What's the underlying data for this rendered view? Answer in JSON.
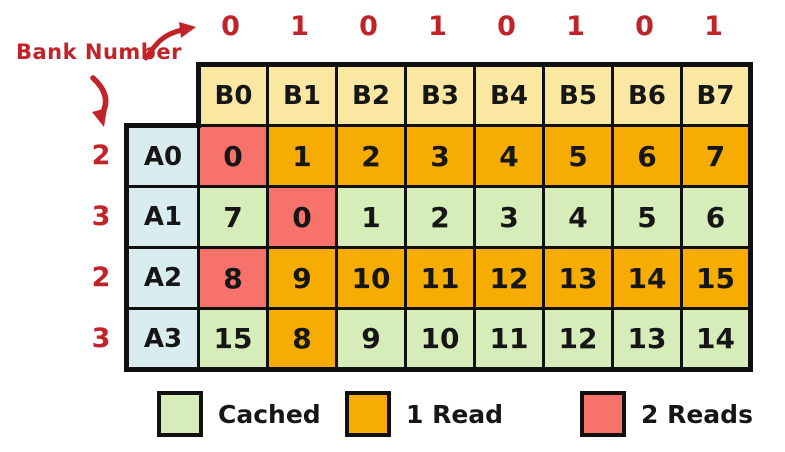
{
  "annotations": {
    "bank_number_label": "Bank Number",
    "bank_bits": [
      "0",
      "1",
      "0",
      "1",
      "0",
      "1",
      "0",
      "1"
    ],
    "row_bank_numbers": [
      "2",
      "3",
      "2",
      "3"
    ]
  },
  "table": {
    "headers": [
      "B0",
      "B1",
      "B2",
      "B3",
      "B4",
      "B5",
      "B6",
      "B7"
    ],
    "rows": [
      {
        "label": "A0",
        "cells": [
          {
            "value": "0",
            "state": "2reads"
          },
          {
            "value": "1",
            "state": "1read"
          },
          {
            "value": "2",
            "state": "1read"
          },
          {
            "value": "3",
            "state": "1read"
          },
          {
            "value": "4",
            "state": "1read"
          },
          {
            "value": "5",
            "state": "1read"
          },
          {
            "value": "6",
            "state": "1read"
          },
          {
            "value": "7",
            "state": "1read"
          }
        ]
      },
      {
        "label": "A1",
        "cells": [
          {
            "value": "7",
            "state": "cached"
          },
          {
            "value": "0",
            "state": "2reads"
          },
          {
            "value": "1",
            "state": "cached"
          },
          {
            "value": "2",
            "state": "cached"
          },
          {
            "value": "3",
            "state": "cached"
          },
          {
            "value": "4",
            "state": "cached"
          },
          {
            "value": "5",
            "state": "cached"
          },
          {
            "value": "6",
            "state": "cached"
          }
        ]
      },
      {
        "label": "A2",
        "cells": [
          {
            "value": "8",
            "state": "2reads"
          },
          {
            "value": "9",
            "state": "1read"
          },
          {
            "value": "10",
            "state": "1read"
          },
          {
            "value": "11",
            "state": "1read"
          },
          {
            "value": "12",
            "state": "1read"
          },
          {
            "value": "13",
            "state": "1read"
          },
          {
            "value": "14",
            "state": "1read"
          },
          {
            "value": "15",
            "state": "1read"
          }
        ]
      },
      {
        "label": "A3",
        "cells": [
          {
            "value": "15",
            "state": "cached"
          },
          {
            "value": "8",
            "state": "1read"
          },
          {
            "value": "9",
            "state": "cached"
          },
          {
            "value": "10",
            "state": "cached"
          },
          {
            "value": "11",
            "state": "cached"
          },
          {
            "value": "12",
            "state": "cached"
          },
          {
            "value": "13",
            "state": "cached"
          },
          {
            "value": "14",
            "state": "cached"
          }
        ]
      }
    ]
  },
  "legend": [
    {
      "label": "Cached",
      "state": "cached"
    },
    {
      "label": "1 Read",
      "state": "1read"
    },
    {
      "label": "2 Reads",
      "state": "2reads"
    }
  ],
  "colors": {
    "c-accent": "#c22328",
    "c-ink": "#101010",
    "c-header": "#fae7a2",
    "c-label": "#d9edf1",
    "c-cached": "#d6ecb9",
    "c-read1": "#f6ac00",
    "c-read2": "#f8726c"
  }
}
